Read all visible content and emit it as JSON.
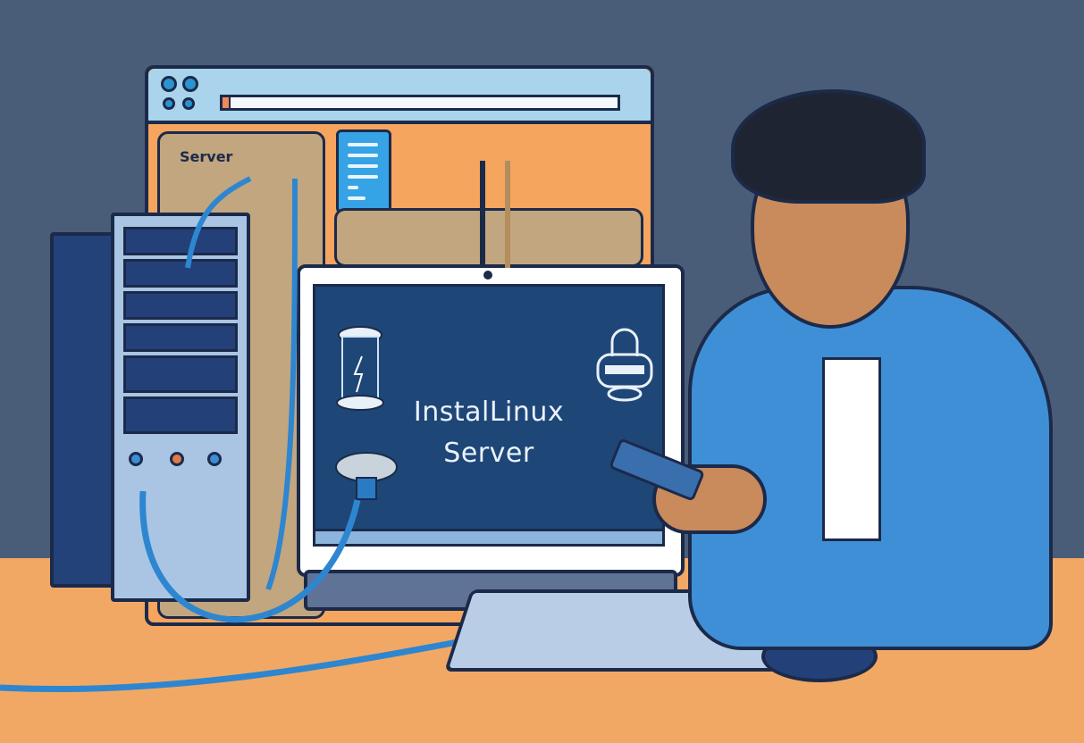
{
  "scene": {
    "description": "Illustration of a person installing a Linux server at a desk",
    "colors": {
      "background": "#4a5d78",
      "desk": "#f2a865",
      "outline": "#1c2a4a",
      "screen": "#1e4677",
      "accent_blue": "#35a3e6"
    }
  },
  "browser_window": {
    "address_bar_text": "",
    "panel_label": "Server"
  },
  "monitor": {
    "title_line1": "InstalLinux",
    "title_line2": "Server",
    "icons": [
      "power-cylinder-icon",
      "padlock-database-icon",
      "usb-drive-icon"
    ]
  },
  "person": {
    "holding": "smartphone"
  }
}
